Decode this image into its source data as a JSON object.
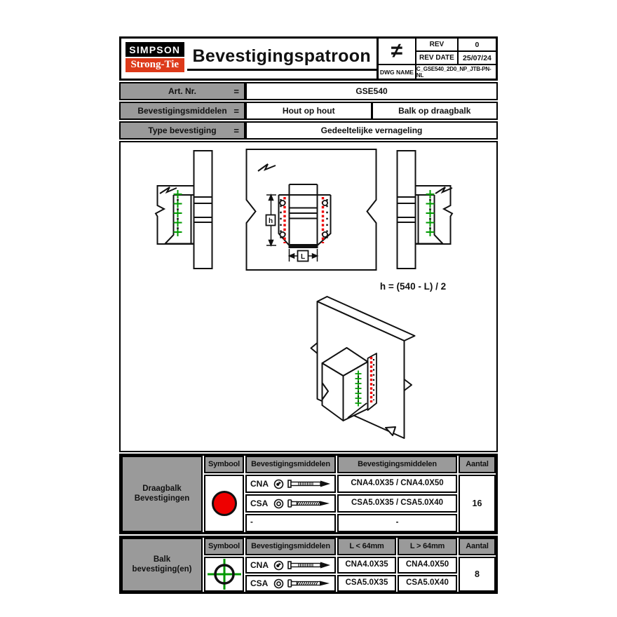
{
  "colors": {
    "logo_red": "#dd3a1a",
    "table_gray": "#9a9a9a",
    "marker_red": "#ee0000",
    "marker_green": "#009900"
  },
  "header": {
    "logo_top": "SIMPSON",
    "logo_bottom": "Strong-Tie",
    "title": "Bevestigingspatroon",
    "not_equal_symbol": "≠",
    "rev_label": "REV",
    "rev_value": "0",
    "rev_date_label": "REV DATE",
    "rev_date_value": "25/07/24",
    "dwg_label": "DWG NAME",
    "dwg_value": "C_GSE540_2D0_NP_JTB-PN-NL"
  },
  "info": {
    "art_label": "Art. Nr.",
    "art_eq": "=",
    "art_value": "GSE540",
    "fasteners_label": "Bevestigingsmiddelen",
    "fasteners_eq": "=",
    "fasteners_value_1": "Hout op hout",
    "fasteners_value_2": "Balk op draagbalk",
    "type_label": "Type bevestiging",
    "type_eq": "=",
    "type_value": "Gedeeltelijke vernageling"
  },
  "drawing": {
    "formula": "h = (540 - L) / 2",
    "dim_h": "h",
    "dim_l": "L"
  },
  "table1": {
    "row_label": "Draagbalk Bevestigingen",
    "col_symbol": "Symbool",
    "col_fastener": "Bevestigingsmiddelen",
    "col_fastener2": "Bevestigingsmiddelen",
    "col_count": "Aantal",
    "rows": [
      {
        "code": "CNA",
        "value": "CNA4.0X35 / CNA4.0X50"
      },
      {
        "code": "CSA",
        "value": "CSA5.0X35 / CSA5.0X40"
      },
      {
        "code": "-",
        "value": "-"
      }
    ],
    "count": "16"
  },
  "table2": {
    "row_label": "Balk bevestiging(en)",
    "col_symbol": "Symbool",
    "col_fastener": "Bevestigingsmiddelen",
    "col_small": "L < 64mm",
    "col_large": "L > 64mm",
    "col_count": "Aantal",
    "rows": [
      {
        "code": "CNA",
        "small": "CNA4.0X35",
        "large": "CNA4.0X50"
      },
      {
        "code": "CSA",
        "small": "CSA5.0X35",
        "large": "CSA5.0X40"
      }
    ],
    "count": "8"
  }
}
